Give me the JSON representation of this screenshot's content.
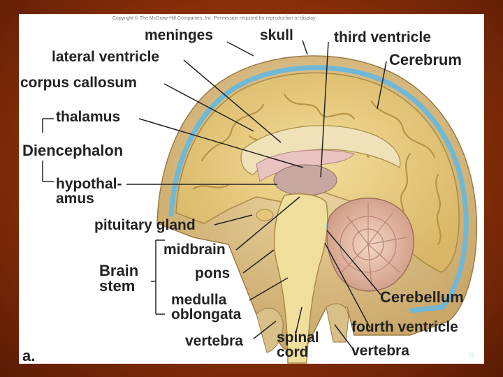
{
  "copyright": "Copyright © The McGraw-Hill Companies, Inc. Permission required for reproduction or display.",
  "panel_label": "a.",
  "labels": {
    "meninges": "meninges",
    "skull": "skull",
    "third_ventricle": "third ventricle",
    "cerebrum": "Cerebrum",
    "lateral_ventricle": "lateral ventricle",
    "corpus_callosum": "corpus callosum",
    "thalamus": "thalamus",
    "diencephalon": "Diencephalon",
    "hypothalamus_1": "hypothal-",
    "hypothalamus_2": "amus",
    "pituitary_gland": "pituitary gland",
    "midbrain": "midbrain",
    "brain_stem_1": "Brain",
    "brain_stem_2": "stem",
    "pons": "pons",
    "medulla_1": "medulla",
    "medulla_2": "oblongata",
    "vertebra_left": "vertebra",
    "spinal_cord_1": "spinal",
    "spinal_cord_2": "cord",
    "cerebellum": "Cerebellum",
    "fourth_ventricle": "fourth ventricle",
    "vertebra_right": "vertebra"
  },
  "page_number": "11",
  "colors": {
    "slide_background": "#8a2f0a",
    "brain_tissue": "#e9d08a",
    "skull_bone": "#dcc38c",
    "meninges": "#6fb8d6",
    "label_text": "#222222"
  }
}
